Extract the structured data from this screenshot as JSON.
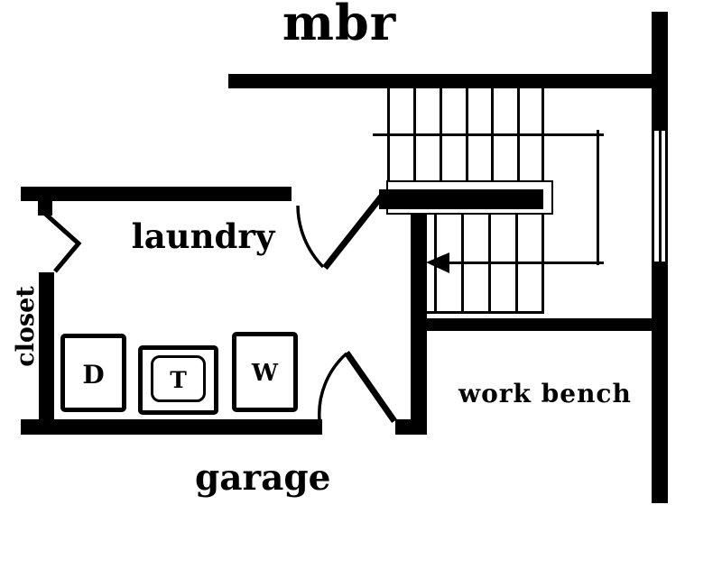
{
  "rooms": {
    "master_bedroom": "mbr",
    "laundry": "laundry",
    "closet": "closet",
    "garage": "garage",
    "work_bench": "work bench"
  },
  "appliances": {
    "dryer": "D",
    "laundry_tub": "T",
    "washer": "W"
  },
  "stairs": {
    "direction_marker": "left-arrow"
  },
  "colors": {
    "ink": "#000000",
    "background": "#ffffff"
  }
}
